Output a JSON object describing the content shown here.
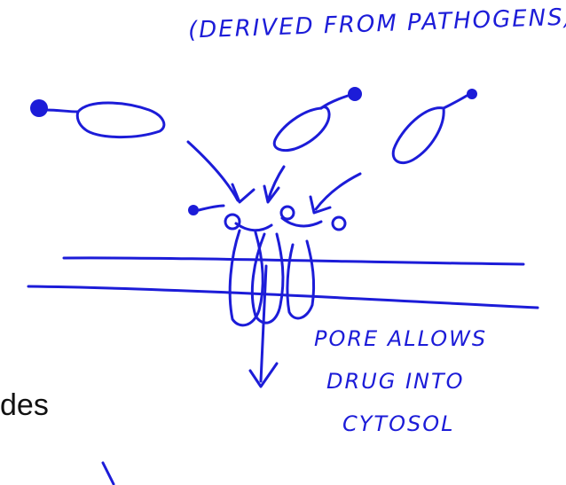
{
  "colors": {
    "ink": "#1c1cd8",
    "text": "#111111",
    "background": "#ffffff"
  },
  "annotations": {
    "title": "(DERIVED FROM PATHOGENS)",
    "pore_line1": "PORE ALLOWS",
    "pore_line2": "DRUG INTO",
    "pore_line3": "CYTOSOL"
  },
  "slide_text_fragment": "des"
}
